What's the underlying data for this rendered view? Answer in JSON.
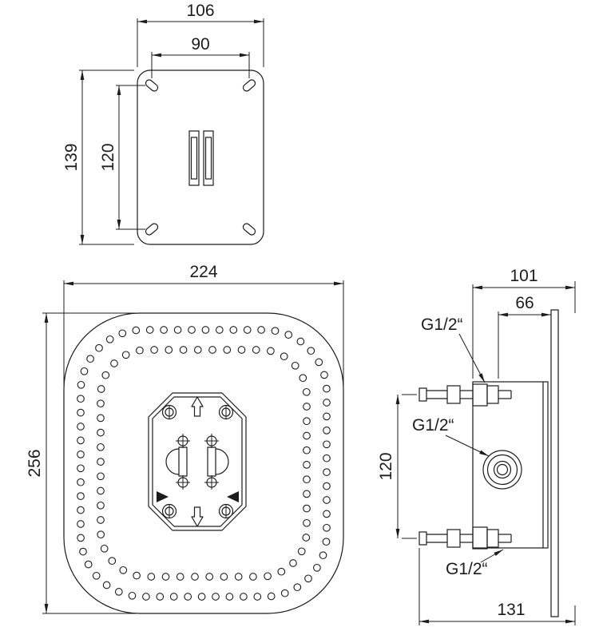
{
  "views": {
    "mounting_plate": {
      "dim_outer_width": "106",
      "dim_hole_spacing_width": "90",
      "dim_outer_height": "139",
      "dim_hole_spacing_height": "120"
    },
    "shower_head_front": {
      "dim_width": "224",
      "dim_height": "256"
    },
    "side": {
      "dim_depth_total": "101",
      "dim_depth_box": "66",
      "dim_pipe_spacing": "120",
      "dim_overall": "131",
      "thread_top": "G1/2“",
      "thread_middle": "G1/2“",
      "thread_bottom": "G1/2“"
    }
  },
  "colors": {
    "line": "#1c1c1c",
    "background": "#ffffff"
  }
}
